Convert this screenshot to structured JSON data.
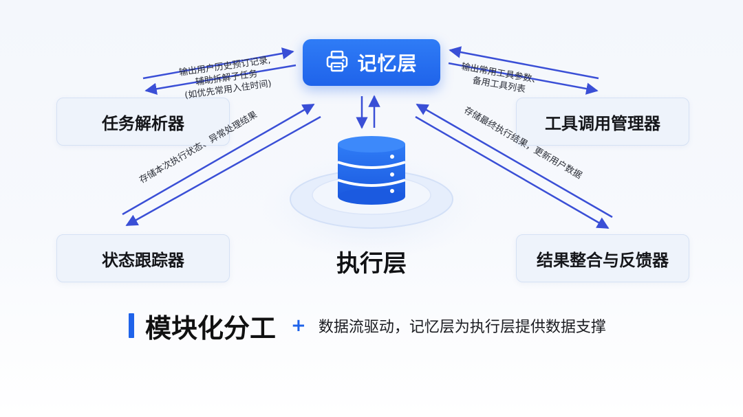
{
  "memory_layer": {
    "title": "记忆层",
    "icon": "printer-icon"
  },
  "execution_layer": {
    "label": "执行层",
    "icon": "database-icon"
  },
  "modules": {
    "task_parser": "任务解析器",
    "tool_manager": "工具调用管理器",
    "state_tracker": "状态跟踪器",
    "result_integrator": "结果整合与反馈器"
  },
  "flows": {
    "memory_to_task": [
      "输出用户历史预订记录,",
      "辅助拆解子任务",
      "(如优先常用入住时间)"
    ],
    "memory_to_tool": [
      "输出常用工具参数、",
      "备用工具列表"
    ],
    "state_to_memory": "存储本次执行状态、异常处理结果",
    "result_to_memory": "存储最终执行结果，更新用户数据"
  },
  "footer": {
    "headline": "模块化分工",
    "plus": "+",
    "subline": "数据流驱动，记忆层为执行层提供数据支撑"
  },
  "colors": {
    "accent": "#1f63ea",
    "arrow": "#3a4fd6",
    "module_bg": "#eef3fb"
  }
}
